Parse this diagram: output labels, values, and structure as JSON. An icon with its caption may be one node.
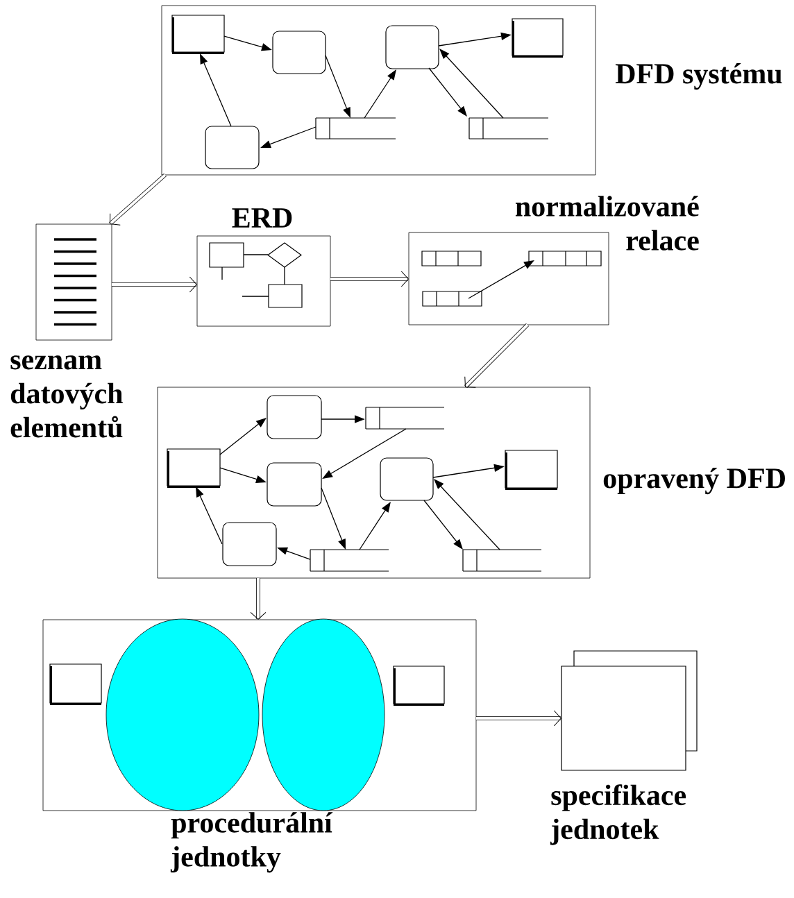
{
  "diagram": {
    "nodes": [
      {
        "text": [
          "DFD systému"
        ]
      },
      {
        "text": [],
        "shape": "box",
        "in": 0
      },
      {
        "text": [],
        "shape": "rounded-box",
        "in": 0
      },
      {
        "text": [],
        "shape": "rounded-box",
        "in": 0
      },
      {
        "text": [],
        "shape": "box",
        "in": 0
      },
      {
        "text": [],
        "shape": "rounded-box",
        "in": 0
      },
      {
        "text": [],
        "shape": "store",
        "in": 0
      },
      {
        "text": [],
        "shape": "store",
        "in": 0
      },
      {
        "text": [
          "seznam datových elementů"
        ]
      },
      {
        "text": [
          "ERD"
        ]
      },
      {
        "text": [],
        "shape": "box",
        "in": 9
      },
      {
        "text": [],
        "shape": "diamond",
        "in": 9
      },
      {
        "text": [],
        "shape": "box",
        "in": 9
      },
      {
        "text": [
          "normalizované relace"
        ]
      },
      {
        "text": [],
        "shape": "table",
        "in": 13
      },
      {
        "text": [],
        "shape": "table",
        "in": 13
      },
      {
        "text": [],
        "shape": "table",
        "in": 13
      },
      {
        "text": [
          "opravený DFD"
        ]
      },
      {
        "text": [],
        "shape": "box",
        "in": 17
      },
      {
        "text": [],
        "shape": "rounded-box",
        "in": 17
      },
      {
        "text": [],
        "shape": "store",
        "in": 17
      },
      {
        "text": [],
        "shape": "rounded-box",
        "in": 17
      },
      {
        "text": [],
        "shape": "rounded-box",
        "in": 17
      },
      {
        "text": [],
        "shape": "box",
        "in": 17
      },
      {
        "text": [],
        "shape": "rounded-box",
        "in": 17
      },
      {
        "text": [],
        "shape": "store",
        "in": 17
      },
      {
        "text": [],
        "shape": "store",
        "in": 17
      },
      {
        "text": [
          "procedurální jednotky"
        ]
      },
      {
        "text": [],
        "shape": "box",
        "in": 27
      },
      {
        "text": [],
        "shape": "ellipse",
        "in": 27
      },
      {
        "text": [],
        "shape": "ellipse",
        "in": 27
      },
      {
        "text": [],
        "shape": "box",
        "in": 27
      },
      {
        "text": [
          "specifikace jednotek"
        ]
      }
    ],
    "edges": [
      {
        "from": 1,
        "to": 2,
        "arrow": "to"
      },
      {
        "from": 2,
        "to": 6,
        "arrow": "to"
      },
      {
        "from": 6,
        "to": 3,
        "arrow": "to"
      },
      {
        "from": 3,
        "to": 4,
        "arrow": "to"
      },
      {
        "from": 3,
        "to": 7,
        "arrow": "to"
      },
      {
        "from": 7,
        "to": 3,
        "arrow": "to"
      },
      {
        "from": 6,
        "to": 5,
        "arrow": "to"
      },
      {
        "from": 5,
        "to": 1,
        "arrow": "to"
      },
      {
        "from": 0,
        "to": 8,
        "arrow": "to",
        "style": "thick"
      },
      {
        "from": 8,
        "to": 9,
        "arrow": "to",
        "style": "thick"
      },
      {
        "from": 9,
        "to": 13,
        "arrow": "to",
        "style": "thick"
      },
      {
        "from": 10,
        "to": 11,
        "arrow": "none"
      },
      {
        "from": 11,
        "to": 12,
        "arrow": "none"
      },
      {
        "from": null,
        "to": 10,
        "arrow": "none"
      },
      {
        "from": null,
        "to": 12,
        "arrow": "none"
      },
      {
        "from": 16,
        "to": 15,
        "arrow": "to"
      },
      {
        "from": 13,
        "to": 17,
        "arrow": "to",
        "style": "thick"
      },
      {
        "from": 18,
        "to": 19,
        "arrow": "to"
      },
      {
        "from": 19,
        "to": 20,
        "arrow": "to"
      },
      {
        "from": 20,
        "to": 21,
        "arrow": "to"
      },
      {
        "from": 18,
        "to": 21,
        "arrow": "to"
      },
      {
        "from": 21,
        "to": 25,
        "arrow": "to"
      },
      {
        "from": 25,
        "to": 22,
        "arrow": "to"
      },
      {
        "from": 22,
        "to": 23,
        "arrow": "to"
      },
      {
        "from": 22,
        "to": 26,
        "arrow": "to"
      },
      {
        "from": 26,
        "to": 22,
        "arrow": "to"
      },
      {
        "from": 25,
        "to": 24,
        "arrow": "to"
      },
      {
        "from": 24,
        "to": 18,
        "arrow": "to"
      },
      {
        "from": 17,
        "to": 27,
        "arrow": "to",
        "style": "thick"
      },
      {
        "from": 27,
        "to": 32,
        "arrow": "to",
        "style": "thick"
      }
    ]
  }
}
